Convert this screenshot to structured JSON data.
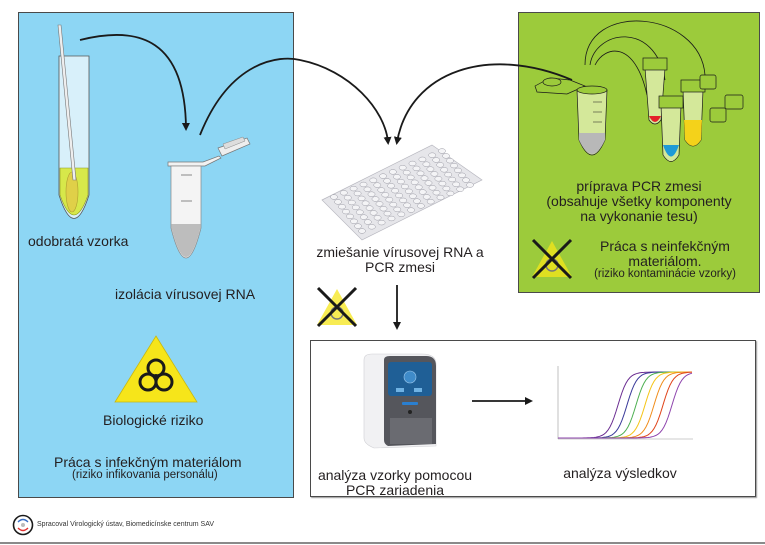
{
  "diagram": {
    "type": "process-flow",
    "title": "PCR test workflow"
  },
  "zones": {
    "infectious": {
      "color": "#8dd6f4",
      "step1_label": "odobratá vzorka",
      "step2_label": "izolácia vírusovej RNA",
      "hazard_label": "Biologické riziko",
      "work_title": "Práca s infekčným materiálom",
      "work_note": "(riziko infikovania personálu)"
    },
    "non_infectious": {
      "color": "#9ccb3b",
      "prep_line1": "príprava PCR zmesi",
      "prep_line2": "(obsahuje všetky komponenty",
      "prep_line3": "na vykonanie tesu)",
      "work_title_line1": "Práca s neinfekčným",
      "work_title_line2": "materiálom.",
      "work_note": "(riziko kontaminácie vzorky)"
    },
    "mixing": {
      "label_line1": "zmiešanie vírusovej RNA a",
      "label_line2": "PCR zmesi"
    },
    "analysis": {
      "device_line1": "analýza vzorky pomocou",
      "device_line2": "PCR zariadenia",
      "results_label": "analýza výsledkov"
    }
  },
  "reagent_colors": [
    "#e4202a",
    "#1e9ad6",
    "#f4d21a"
  ],
  "hazard_colors": {
    "triangle": "#f6e51a",
    "symbol": "#1a1a1a",
    "cross": "#1a1a1a"
  },
  "amplification_curves": {
    "colors": [
      "#6a2c91",
      "#3b3b9a",
      "#4caf50",
      "#f5c518",
      "#f08c1a",
      "#e0451b",
      "#8e44ad"
    ]
  },
  "footer": {
    "credit": "Spracoval Virologický ústav, Biomedicínske centrum SAV"
  }
}
